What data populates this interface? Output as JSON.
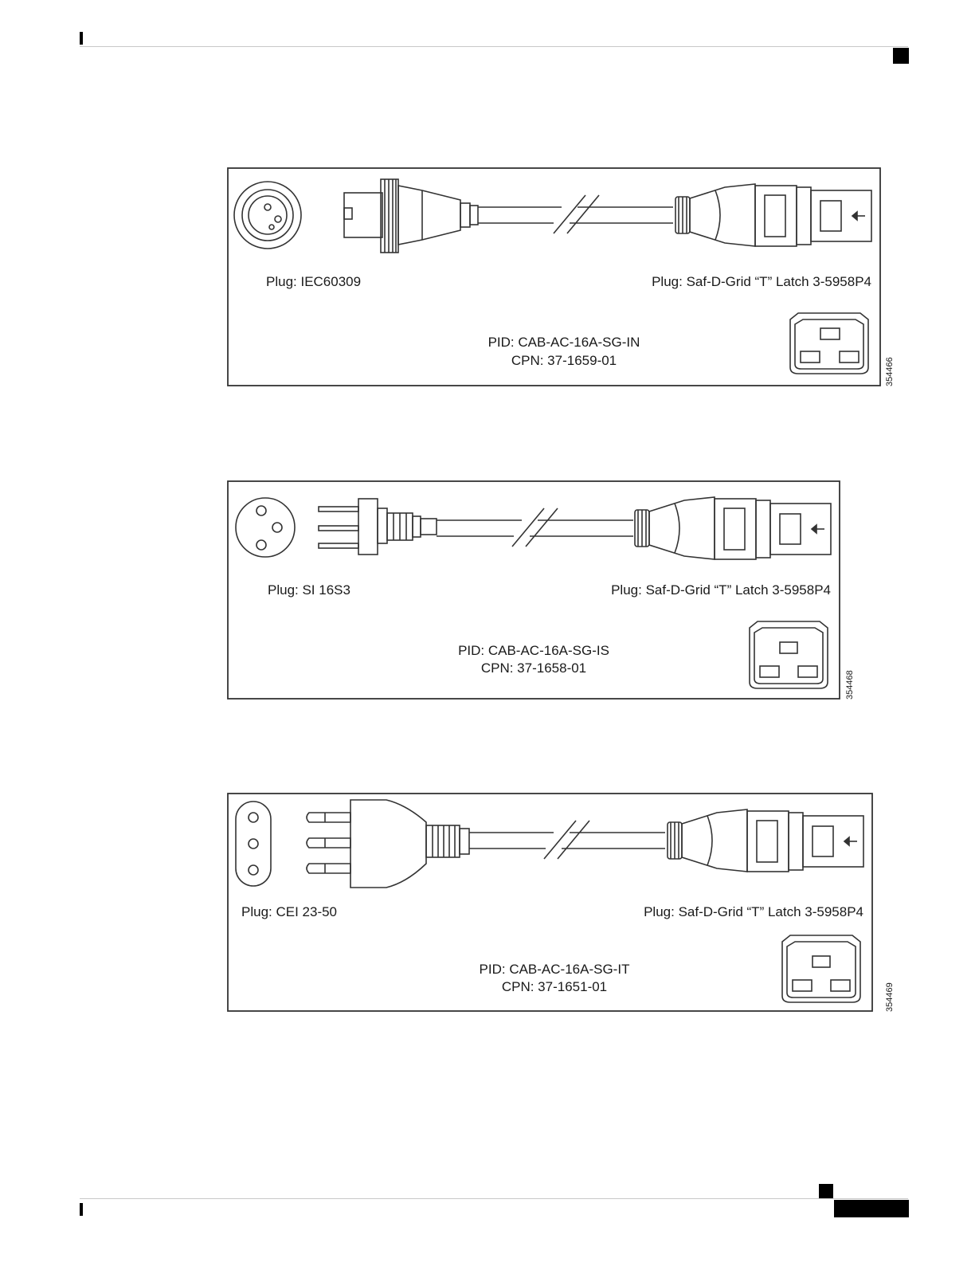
{
  "figures": [
    {
      "left_plug": "Plug: IEC60309",
      "right_plug": "Plug: Saf-D-Grid “T” Latch 3-5958P4",
      "pid": "PID: CAB-AC-16A-SG-IN",
      "cpn": "CPN: 37-1659-01",
      "art_number": "354466"
    },
    {
      "left_plug": "Plug: SI 16S3",
      "right_plug": "Plug: Saf-D-Grid “T” Latch 3-5958P4",
      "pid": "PID: CAB-AC-16A-SG-IS",
      "cpn": "CPN: 37-1658-01",
      "art_number": "354468"
    },
    {
      "left_plug": "Plug: CEI 23-50",
      "right_plug": "Plug: Saf-D-Grid “T” Latch 3-5958P4",
      "pid": "PID: CAB-AC-16A-SG-IT",
      "cpn": "CPN: 37-1651-01",
      "art_number": "354469"
    }
  ]
}
